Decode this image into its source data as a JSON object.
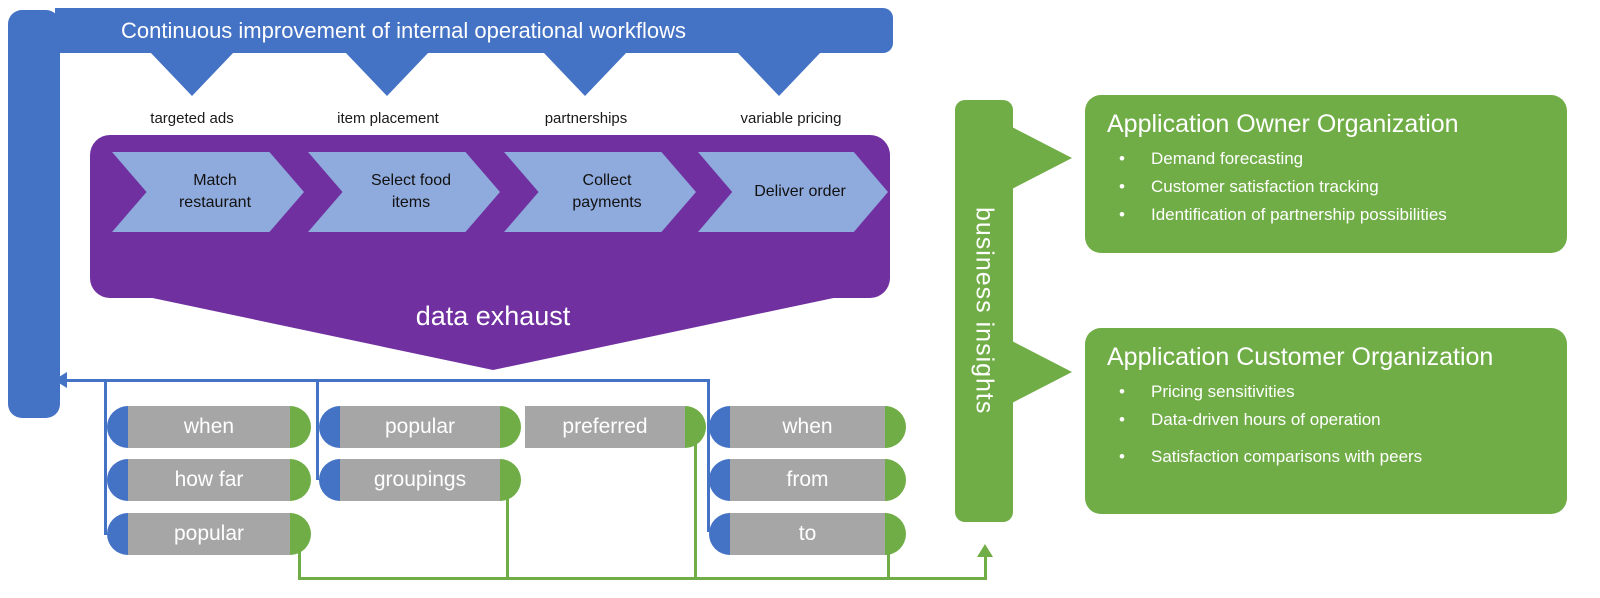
{
  "colors": {
    "blue": "#4472C4",
    "light_blue": "#8FAADC",
    "purple": "#7030A0",
    "gray": "#A6A6A6",
    "green": "#70AD47"
  },
  "banner": {
    "label": "Continuous improvement of internal operational workflows"
  },
  "workflow": {
    "labels": [
      "targeted ads",
      "item placement",
      "partnerships",
      "variable pricing"
    ],
    "steps": [
      "Match restaurant",
      "Select food items",
      "Collect payments",
      "Deliver order"
    ]
  },
  "funnel": {
    "label": "data exhaust"
  },
  "pill_groups": [
    {
      "items": [
        "when",
        "how far",
        "popular"
      ]
    },
    {
      "items": [
        "popular",
        "groupings"
      ]
    },
    {
      "items": [
        "preferred"
      ]
    },
    {
      "items": [
        "when",
        "from",
        "to"
      ]
    }
  ],
  "insights_bar": {
    "label": "business insights"
  },
  "boxes": {
    "owner": {
      "title": "Application Owner Organization",
      "bullets": [
        "Demand forecasting",
        "Customer satisfaction tracking",
        "Identification of partnership possibilities"
      ]
    },
    "customer": {
      "title": "Application Customer Organization",
      "bullets": [
        "Pricing sensitivities",
        "Data-driven hours of operation",
        "Satisfaction comparisons with peers"
      ]
    }
  }
}
